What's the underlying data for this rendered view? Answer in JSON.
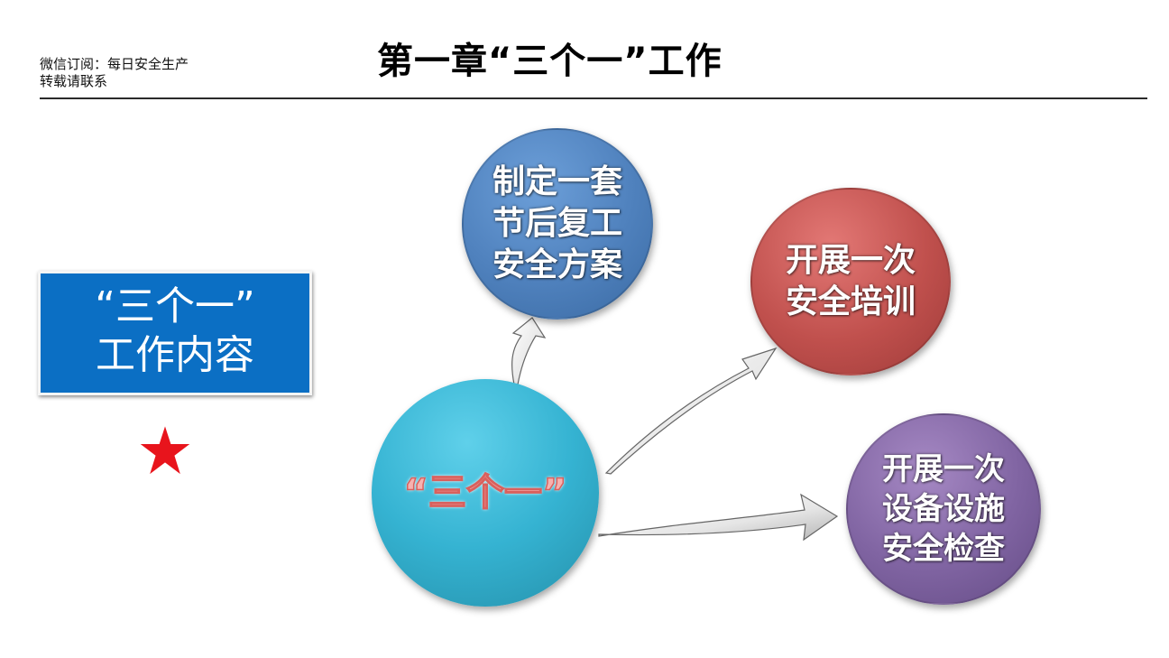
{
  "header": {
    "notice_line1": "微信订阅：每日安全生产",
    "notice_line2": "转载请联系",
    "title": "第一章“三个一”工作"
  },
  "label_box": {
    "line1": "“三个一”",
    "line2": "工作内容"
  },
  "diagram": {
    "center": "“三个一”",
    "items": [
      {
        "text": "制定一套\n节后复工\n安全方案",
        "color": "#4f81bd"
      },
      {
        "text": "开展一次\n安全培训",
        "color": "#c0504d"
      },
      {
        "text": "开展一次\n设备设施\n安全检查",
        "color": "#8064a2"
      }
    ],
    "center_color": "#35b3d2"
  },
  "icons": {
    "star": "star-icon",
    "star_color": "#e8141c",
    "arrow": "curved-arrow-icon"
  }
}
